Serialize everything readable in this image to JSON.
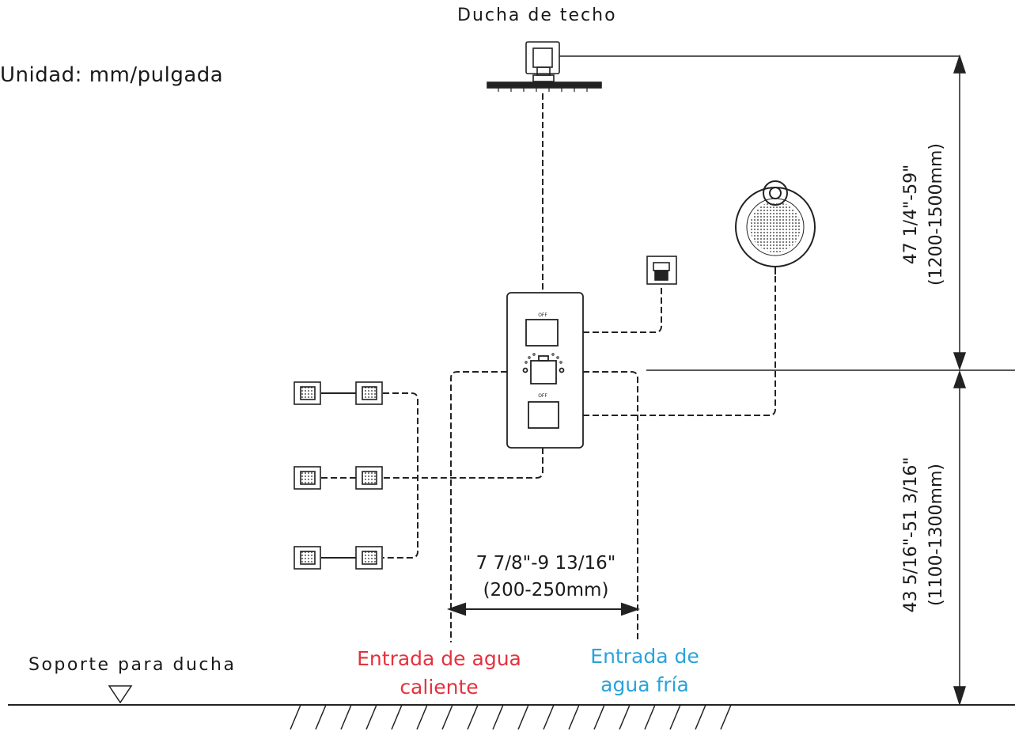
{
  "unit_label": "Unidad: mm/pulgada",
  "ceiling_shower_label": "Ducha de techo",
  "floor_label": "Soporte para ducha",
  "width_dimension": {
    "imperial": "7 7/8\"-9 13/16\"",
    "metric": "(200-250mm)"
  },
  "upper_height_dimension": {
    "imperial": "47 1/4\"-59\"",
    "metric": "(1200-1500mm)"
  },
  "lower_height_dimension": {
    "imperial": "43 5/16\"-51  3/16\"",
    "metric": "(1100-1300mm)"
  },
  "hot_inlet": {
    "line1": "Entrada de agua",
    "line2": "caliente",
    "color": "#e5323e"
  },
  "cold_inlet": {
    "line1": "Entrada de",
    "line2": "agua fría",
    "color": "#29a3dc"
  },
  "valve_labels": {
    "top": "OFF",
    "bottom": "OFF"
  }
}
